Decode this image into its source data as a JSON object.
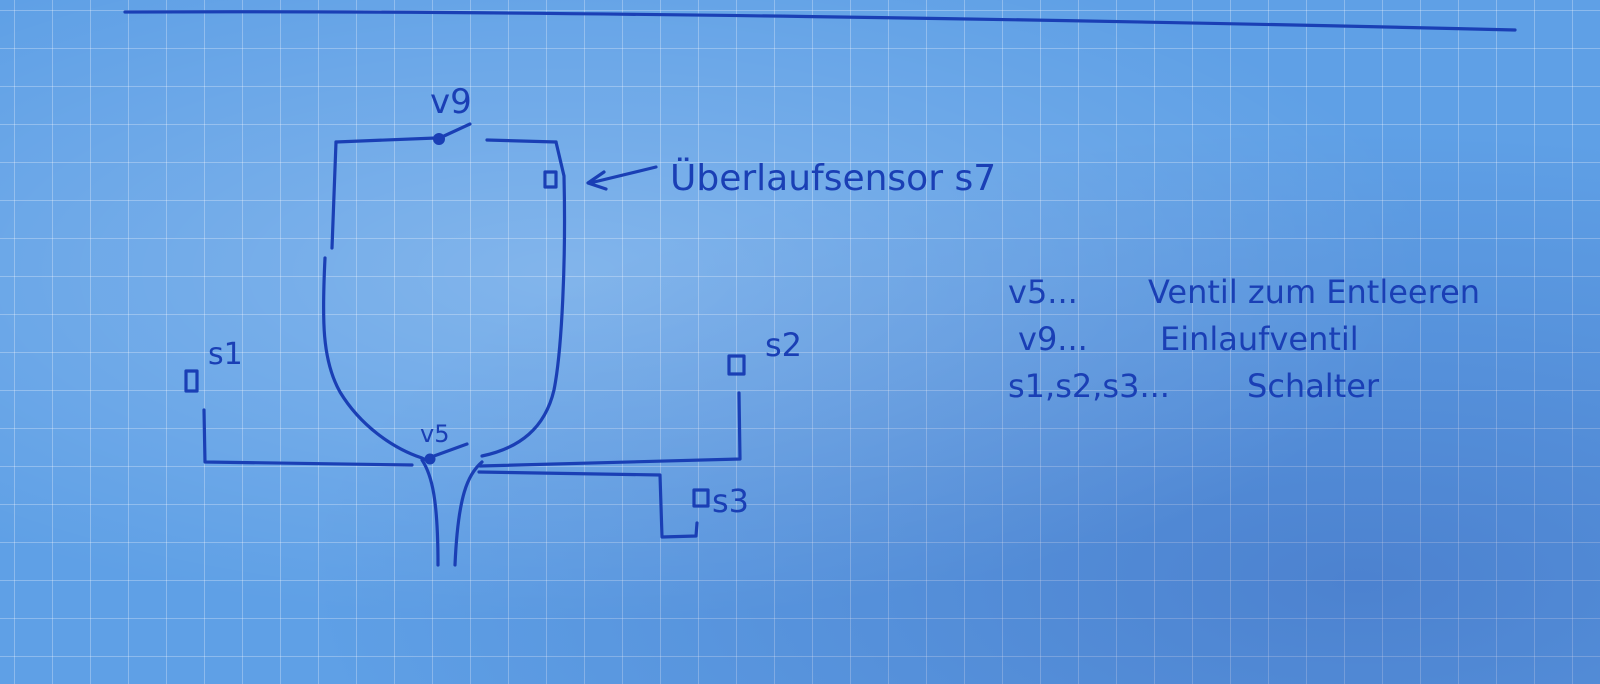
{
  "labels": {
    "v9": "v9",
    "v5": "v5",
    "s1": "s1",
    "s2": "s2",
    "s3": "s3",
    "overflow_sensor": "Überlaufsensor s7"
  },
  "legend": [
    {
      "key": "v5...",
      "desc": "Ventil zum Entleeren"
    },
    {
      "key": "v9...",
      "desc": "Einlaufventil"
    },
    {
      "key": "s1,s2,s3...",
      "desc": "Schalter"
    }
  ],
  "colors": {
    "ink": "#1a3fb5",
    "paper": "#5fa0e6",
    "grid": "#ffffff"
  },
  "icons": [
    "valve-icon",
    "switch-icon",
    "sensor-icon",
    "arrow-left-icon"
  ]
}
